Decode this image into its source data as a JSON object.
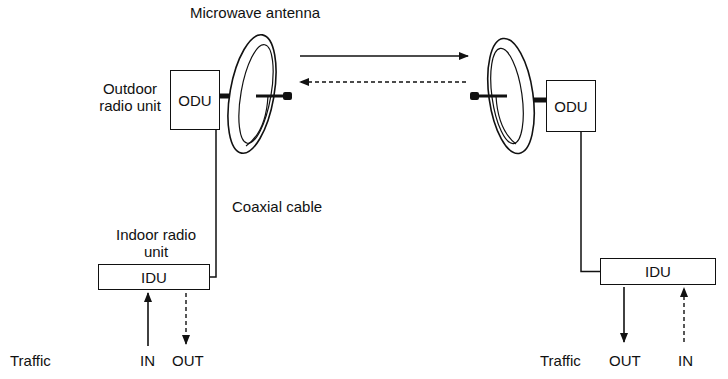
{
  "diagram": {
    "nodes": [
      {
        "text": [
          "ODU"
        ]
      },
      {
        "text": [
          "IDU"
        ]
      },
      {
        "text": [
          "ODU"
        ]
      },
      {
        "text": [
          "IDU"
        ]
      }
    ],
    "edges": [
      {
        "from": 0,
        "to": 1,
        "arrow": "none"
      },
      {
        "from": 2,
        "to": 3,
        "arrow": "none"
      }
    ],
    "labels": [
      "Microwave antenna",
      "Outdoor radio unit",
      "Coaxial cable",
      "Indoor radio unit",
      "Traffic",
      "IN",
      "OUT",
      "Traffic",
      "OUT",
      "IN"
    ]
  }
}
